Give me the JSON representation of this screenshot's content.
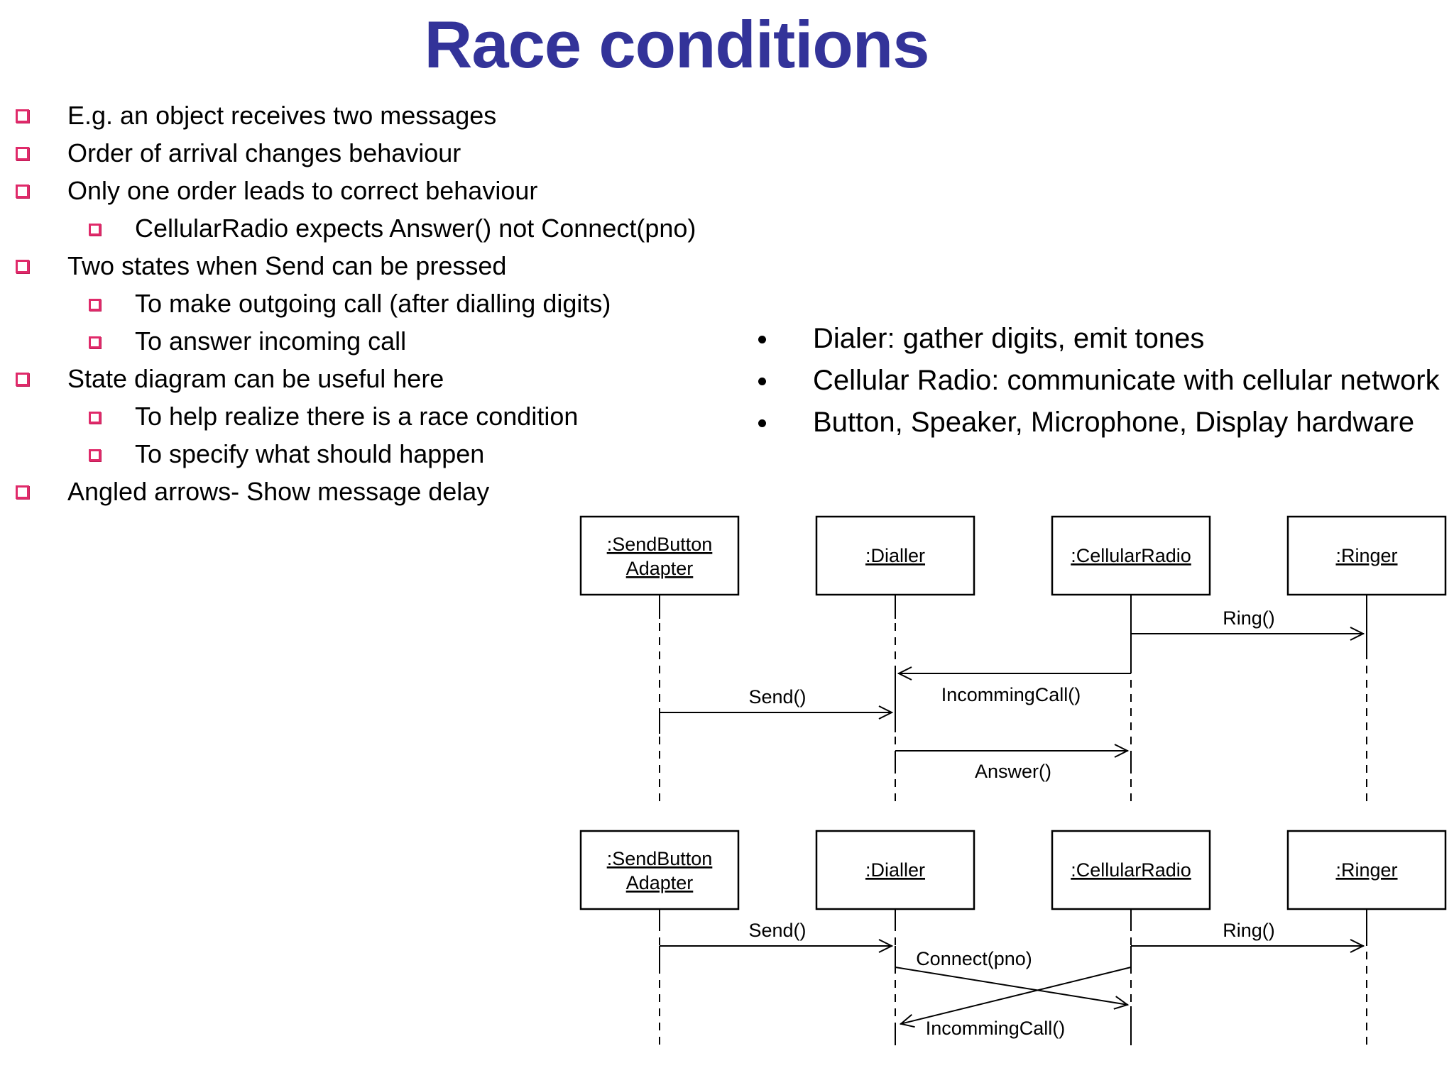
{
  "slide_title": "Race conditions",
  "left_bullets": [
    {
      "level": 1,
      "text": "E.g. an object receives two messages"
    },
    {
      "level": 1,
      "text": "Order of arrival changes behaviour"
    },
    {
      "level": 1,
      "text": "Only one order leads to correct behaviour"
    },
    {
      "level": 2,
      "text": "CellularRadio expects Answer() not Connect(pno)"
    },
    {
      "level": 1,
      "text": "Two states when Send can be pressed"
    },
    {
      "level": 2,
      "text": "To make outgoing call (after dialling digits)"
    },
    {
      "level": 2,
      "text": "To answer incoming call"
    },
    {
      "level": 1,
      "text": "State diagram can be useful here"
    },
    {
      "level": 2,
      "text": "To help realize there is a race condition"
    },
    {
      "level": 2,
      "text": "To specify what should happen"
    },
    {
      "level": 1,
      "text": "Angled arrows- Show message delay"
    }
  ],
  "right_bullets": [
    {
      "text": "Dialer: gather digits, emit tones"
    },
    {
      "text": "Cellular Radio: communicate with cellular network"
    },
    {
      "text": "Button, Speaker, Microphone, Display hardware"
    }
  ],
  "objects": {
    "send_button_line1": ":SendButton",
    "send_button_line2": "Adapter",
    "dialler": ":Dialler",
    "cellular_radio": ":CellularRadio",
    "ringer": ":Ringer"
  },
  "diagram1_messages": {
    "ring": "Ring()",
    "incomming_call": "IncommingCall()",
    "send": "Send()",
    "answer": "Answer()"
  },
  "diagram2_messages": {
    "send": "Send()",
    "ring": "Ring()",
    "connect": "Connect(pno)",
    "incomming_call": "IncommingCall()"
  },
  "colors": {
    "title": "#333399",
    "bullet_marker": "#e02a6a",
    "text": "#000000",
    "diagram_stroke": "#000000",
    "background": "#ffffff"
  }
}
